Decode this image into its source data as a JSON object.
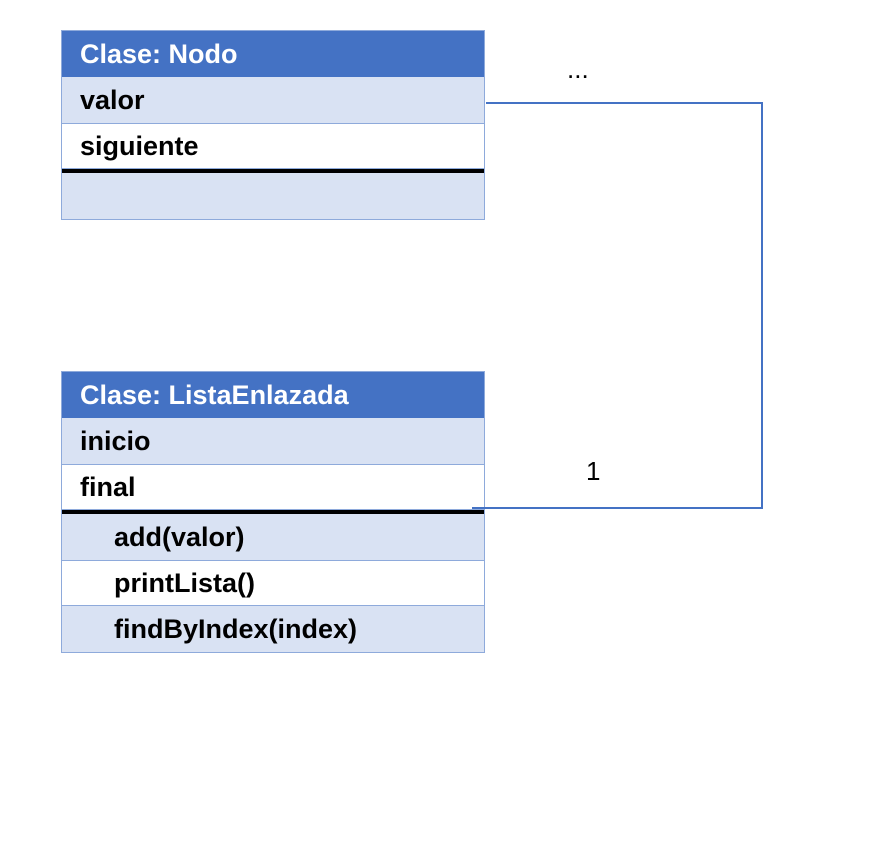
{
  "nodo": {
    "title": "Clase: Nodo",
    "attributes": [
      "valor",
      "siguiente"
    ],
    "methods": []
  },
  "lista": {
    "title": "Clase: ListaEnlazada",
    "attributes": [
      "inicio",
      "final"
    ],
    "methods": [
      "add(valor)",
      "printLista()",
      "findByIndex(index)"
    ]
  },
  "association": {
    "multiplicity_nodo": "...",
    "multiplicity_lista": "1",
    "color": "#4472c4"
  },
  "colors": {
    "header": "#4472c4",
    "row_shade": "#d9e2f3",
    "border": "#8eaadb"
  }
}
